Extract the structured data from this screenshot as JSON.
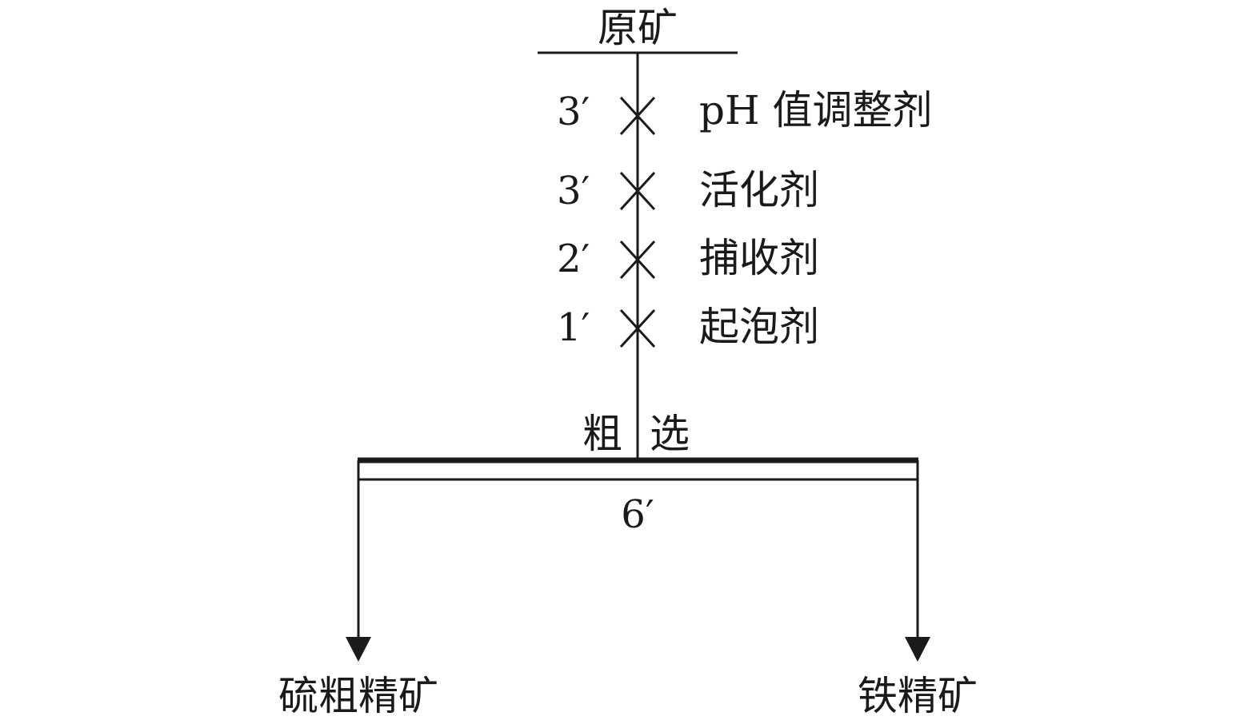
{
  "flowchart": {
    "feed_label": "原矿",
    "reagents": [
      {
        "time": "3′",
        "name": "pH 值调整剂"
      },
      {
        "time": "3′",
        "name": "活化剂"
      },
      {
        "time": "2′",
        "name": "捕收剂"
      },
      {
        "time": "1′",
        "name": "起泡剂"
      }
    ],
    "operation": {
      "left": "粗",
      "right": "选",
      "time": "6′"
    },
    "products": {
      "left": "硫粗精矿",
      "right": "铁精矿"
    }
  },
  "colors": {
    "ink": "#1a1a1a",
    "background": "#ffffff"
  }
}
